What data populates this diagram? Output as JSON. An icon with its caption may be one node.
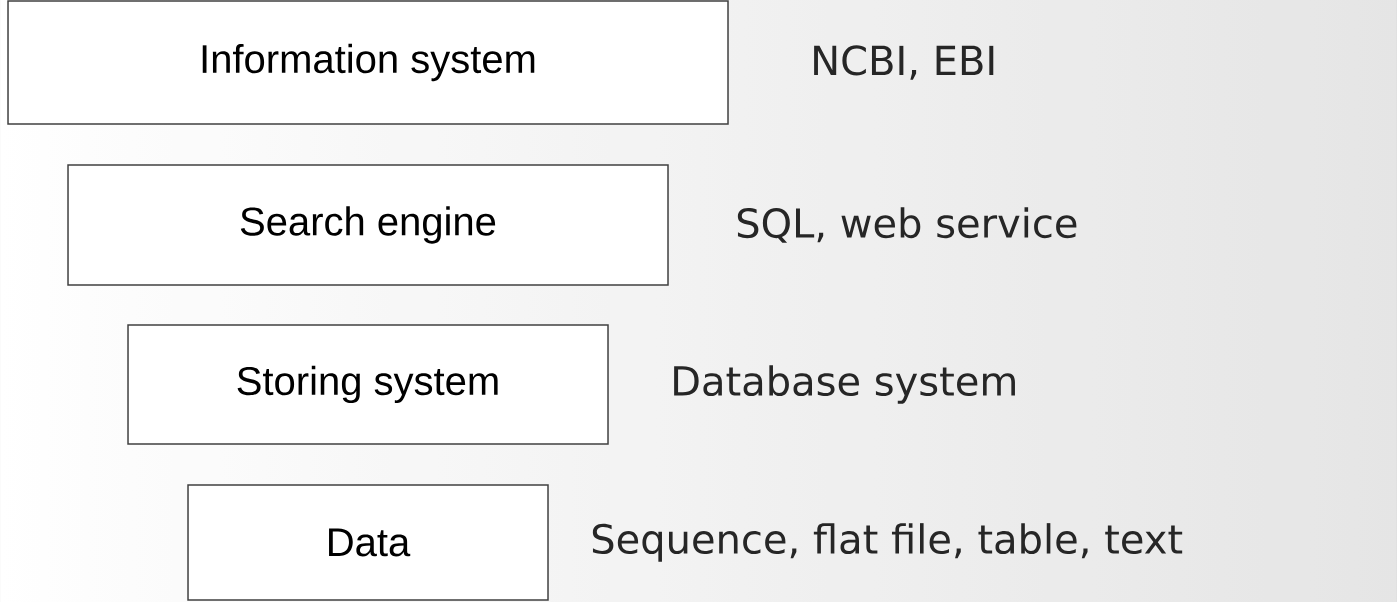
{
  "diagram": {
    "nodes": [
      {
        "text": [
          "Information system"
        ],
        "beside": [
          "NCBI, EBI"
        ]
      },
      {
        "text": [
          "Search engine"
        ],
        "beside": [
          "SQL, web service"
        ]
      },
      {
        "text": [
          "Storing system"
        ],
        "beside": [
          "Database system"
        ]
      },
      {
        "text": [
          "Data"
        ],
        "beside": [
          "Sequence, flat file, table, text"
        ]
      }
    ]
  }
}
